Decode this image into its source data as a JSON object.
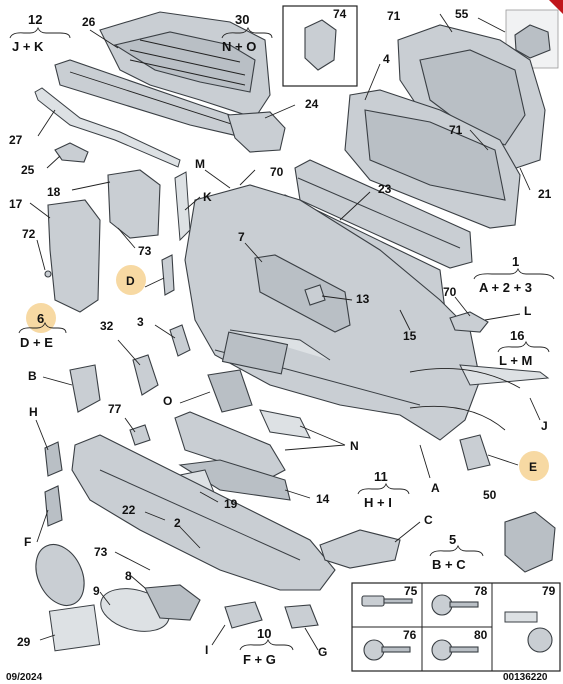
{
  "callouts": {
    "c12": "12",
    "c26": "26",
    "c30": "30",
    "c74": "74",
    "c71a": "71",
    "c55": "55",
    "c4": "4",
    "c24": "24",
    "c27": "27",
    "c71b": "71",
    "c25": "25",
    "c6": "6",
    "c21": "21",
    "cM": "M",
    "c70a": "70",
    "c23": "23",
    "c18": "18",
    "cK": "K",
    "c17": "17",
    "c7": "7",
    "c72": "72",
    "c73a": "73",
    "c1": "1",
    "cD": "D",
    "c70b": "70",
    "cL": "L",
    "c13": "13",
    "c15": "15",
    "c16": "16",
    "c32": "32",
    "c3": "3",
    "cB": "B",
    "cO": "O",
    "c77": "77",
    "cH": "H",
    "cJ": "J",
    "cN": "N",
    "cE": "E",
    "c11": "11",
    "cA": "A",
    "c14": "14",
    "c19": "19",
    "c22": "22",
    "c50": "50",
    "c2": "2",
    "cC": "C",
    "cF": "F",
    "c5": "5",
    "c73b": "73",
    "c8": "8",
    "c9": "9",
    "c29": "29",
    "cI": "I",
    "c10": "10",
    "cG": "G",
    "c75": "75",
    "c78": "78",
    "c79": "79",
    "c76": "76",
    "c80": "80"
  },
  "formulas": {
    "f12": "J + K",
    "f30": "N + O",
    "f6": "D + E",
    "f1": "A + 2 + 3",
    "f16": "L + M",
    "f11": "H + I",
    "f5": "B + C",
    "f10": "F + G"
  },
  "footer": {
    "date": "09/2024",
    "ref": "00136220"
  },
  "colors": {
    "part": "#c9ced3",
    "highlight": "#f7d9a3",
    "corner": "#c0161b",
    "line": "#222222"
  }
}
